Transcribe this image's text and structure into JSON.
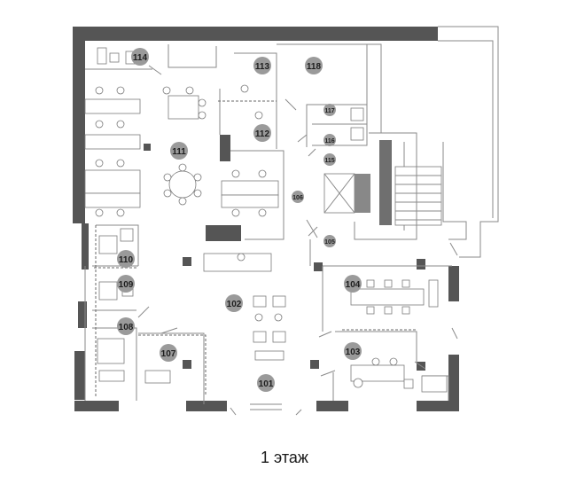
{
  "caption": "1 этаж",
  "rooms": [
    {
      "id": "r101",
      "label": "101"
    },
    {
      "id": "r102",
      "label": "102"
    },
    {
      "id": "r103",
      "label": "103"
    },
    {
      "id": "r104",
      "label": "104"
    },
    {
      "id": "r105",
      "label": "105"
    },
    {
      "id": "r106",
      "label": "106"
    },
    {
      "id": "r107",
      "label": "107"
    },
    {
      "id": "r108",
      "label": "108"
    },
    {
      "id": "r109",
      "label": "109"
    },
    {
      "id": "r110",
      "label": "110"
    },
    {
      "id": "r111",
      "label": "111"
    },
    {
      "id": "r112",
      "label": "112"
    },
    {
      "id": "r113",
      "label": "113"
    },
    {
      "id": "r114",
      "label": "114"
    },
    {
      "id": "r115",
      "label": "115"
    },
    {
      "id": "r116",
      "label": "116"
    },
    {
      "id": "r117",
      "label": "117"
    },
    {
      "id": "r118",
      "label": "118"
    }
  ],
  "colors": {
    "wall": "#555555",
    "badge": "#9a9a9a",
    "line": "#8a8a8a"
  }
}
